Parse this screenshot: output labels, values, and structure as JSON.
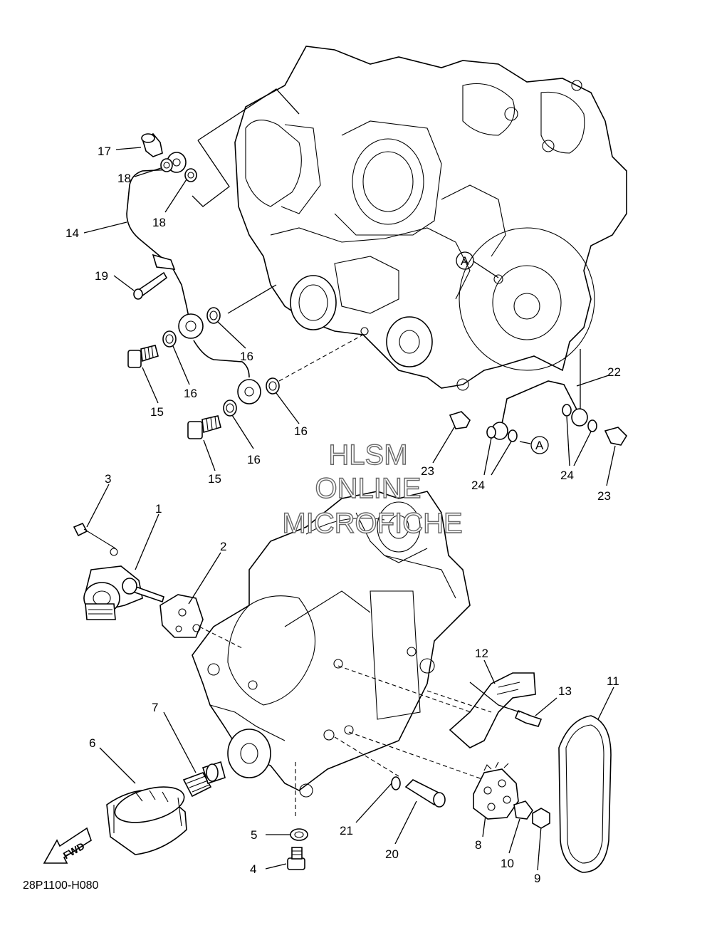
{
  "diagram": {
    "part_numbers": [
      "1",
      "2",
      "3",
      "4",
      "5",
      "6",
      "7",
      "8",
      "9",
      "10",
      "11",
      "12",
      "13",
      "14",
      "15",
      "15",
      "16",
      "16",
      "16",
      "16",
      "17",
      "18",
      "18",
      "19",
      "20",
      "21",
      "22",
      "23",
      "23",
      "24",
      "24"
    ],
    "callouts": [
      {
        "text": "17"
      },
      {
        "text": "18"
      },
      {
        "text": "18"
      },
      {
        "text": "14"
      },
      {
        "text": "19"
      },
      {
        "text": "16"
      },
      {
        "text": "16"
      },
      {
        "text": "15"
      },
      {
        "text": "16"
      },
      {
        "text": "16"
      },
      {
        "text": "15"
      },
      {
        "text": "22"
      },
      {
        "text": "23"
      },
      {
        "text": "24"
      },
      {
        "text": "24"
      },
      {
        "text": "23"
      },
      {
        "text": "3"
      },
      {
        "text": "1"
      },
      {
        "text": "2"
      },
      {
        "text": "12"
      },
      {
        "text": "13"
      },
      {
        "text": "11"
      },
      {
        "text": "7"
      },
      {
        "text": "6"
      },
      {
        "text": "5"
      },
      {
        "text": "4"
      },
      {
        "text": "21"
      },
      {
        "text": "20"
      },
      {
        "text": "8"
      },
      {
        "text": "10"
      },
      {
        "text": "9"
      }
    ],
    "ref_marker": "A",
    "watermark": [
      "HLSM",
      "ONLINE",
      "MICROFICHE"
    ],
    "fwd_label": "FWD",
    "diagram_code": "28P1100-H080",
    "colors": {
      "line": "#000000",
      "background": "#ffffff",
      "watermark": "#666666"
    }
  }
}
